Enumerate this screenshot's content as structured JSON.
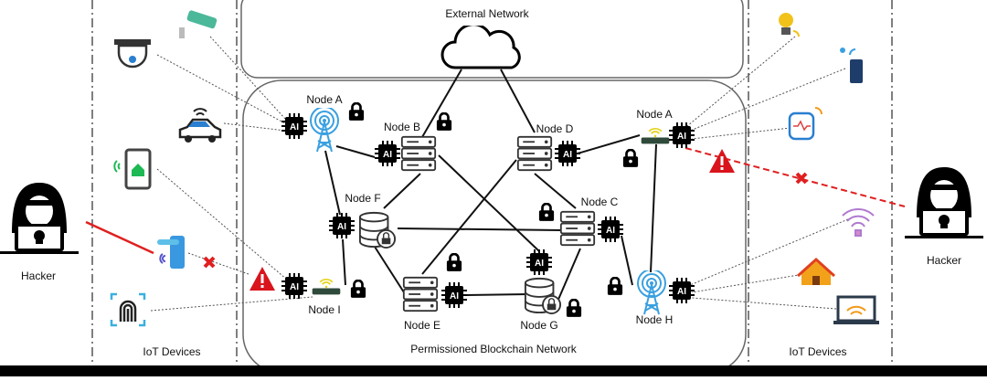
{
  "external_network": {
    "label": "External Network"
  },
  "blockchain_network": {
    "label": "Permissioned Blockchain Network"
  },
  "iot_left": {
    "label": "IoT Devices"
  },
  "iot_right": {
    "label": "IoT Devices"
  },
  "hackers": {
    "left": "Hacker",
    "right": "Hacker"
  },
  "nodes": {
    "a_left": "Node A",
    "b": "Node B",
    "d": "Node D",
    "f": "Node F",
    "c": "Node C",
    "i": "Node I",
    "e": "Node E",
    "g": "Node G",
    "a_right": "Node A",
    "h": "Node H"
  },
  "icons": {
    "ai_chip_label": "AI"
  },
  "colors": {
    "attack": "#e02020",
    "warning": "#d9141c",
    "tower": "#3aa0e0",
    "wifi": "#e6d21a"
  }
}
